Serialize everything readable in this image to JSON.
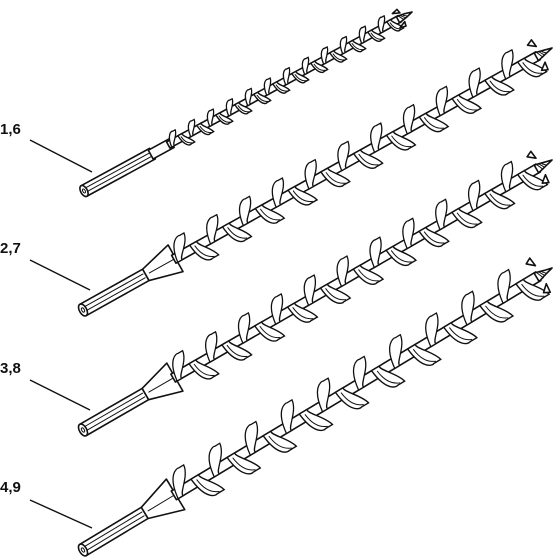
{
  "drill_bits": [
    {
      "id": "bit-1",
      "callout": "1,6"
    },
    {
      "id": "bit-2",
      "callout": "2,7"
    },
    {
      "id": "bit-3",
      "callout": "3,8"
    },
    {
      "id": "bit-4",
      "callout": "4,9"
    }
  ],
  "colors": {
    "line": "#111111",
    "background": "#ffffff"
  }
}
